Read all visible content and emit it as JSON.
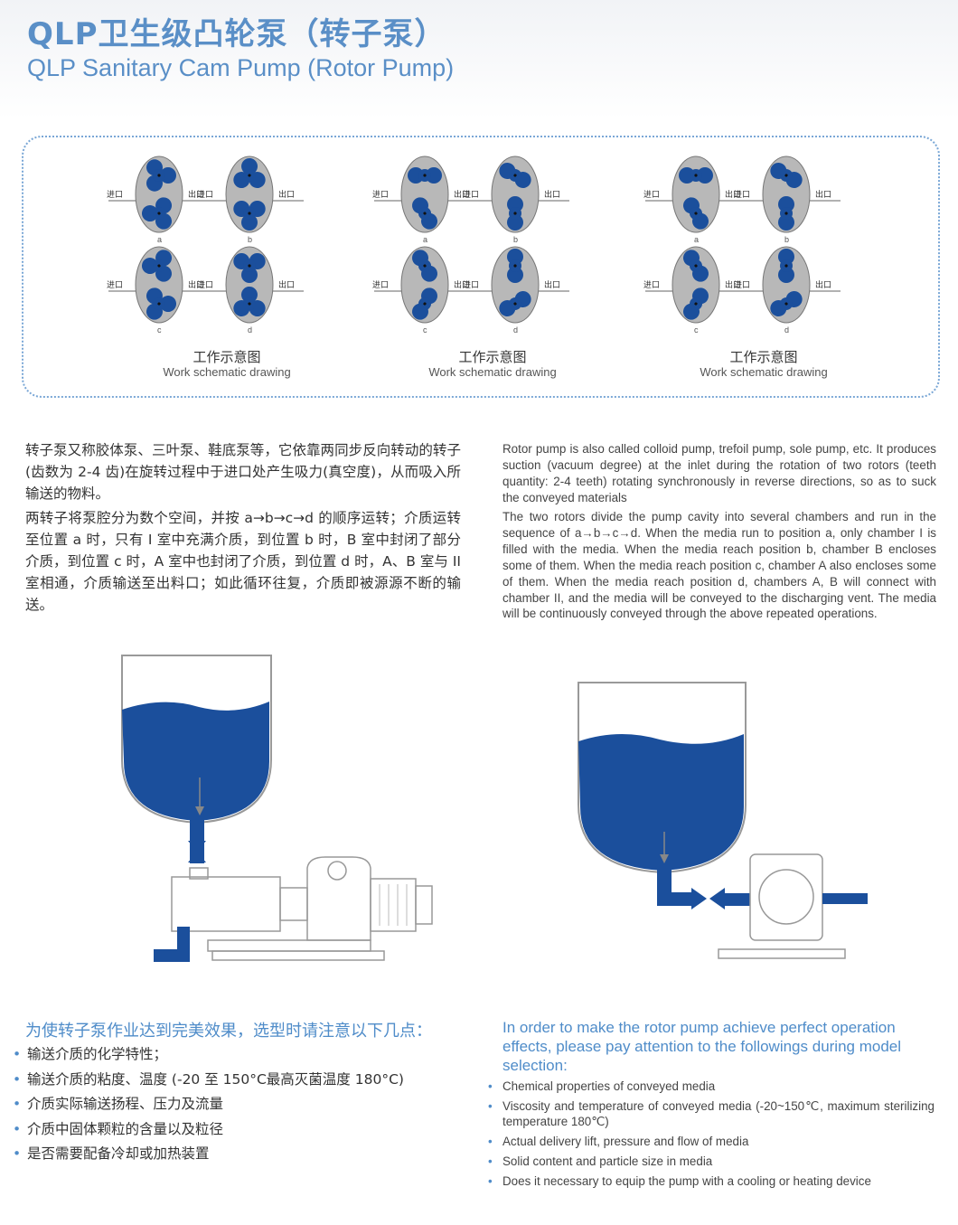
{
  "header": {
    "title_cn": "QLP卫生级凸轮泵（转子泵）",
    "title_en": "QLP Sanitary Cam Pump (Rotor Pump)"
  },
  "schematics": {
    "inlet_label": "进口",
    "outlet_label": "出口",
    "caption_cn": "工作示意图",
    "caption_en": "Work schematic drawing",
    "positions": [
      "a",
      "b",
      "c",
      "d"
    ],
    "rotor_color": "#1b4f9c",
    "housing_color": "#b8b8b8"
  },
  "description": {
    "cn_p1": "转子泵又称胶体泵、三叶泵、鞋底泵等，它依靠两同步反向转动的转子(齿数为 2-4 齿)在旋转过程中于进口处产生吸力(真空度)，从而吸入所输送的物料。",
    "cn_p2": "两转子将泵腔分为数个空间，并按 a→b→c→d 的顺序运转；介质运转至位置 a 时，只有 I 室中充满介质，到位置 b 时，B 室中封闭了部分介质，到位置 c 时，A 室中也封闭了介质，到位置 d 时，A、B 室与 II 室相通，介质输送至出料口；如此循环往复，介质即被源源不断的输送。",
    "en_p1": "Rotor pump is also called colloid pump, trefoil pump, sole pump, etc. It produces suction (vacuum degree) at the inlet during the rotation of two rotors (teeth quantity: 2-4 teeth) rotating synchronously in reverse directions, so as to suck the conveyed materials",
    "en_p2": "The two rotors divide the pump cavity into several chambers and run in the sequence of a→b→c→d. When the media run to position a, only chamber I is filled with the media. When the media reach position b, chamber B encloses some of them. When the media reach position c, chamber A also encloses some of them. When the media reach position d, chambers A, B will connect with chamber II, and the media will be conveyed to the discharging vent. The media will be continuously conveyed through the above repeated operations."
  },
  "selection": {
    "heading_cn": "为使转子泵作业达到完美效果，选型时请注意以下几点：",
    "heading_en": "In order to make the rotor pump achieve perfect operation effects, please pay attention to the followings during model selection:",
    "items_cn": [
      "输送介质的化学特性；",
      "输送介质的粘度、温度 (-20 至 150°C最高灭菌温度 180°C)",
      "介质实际输送扬程、压力及流量",
      "介质中固体颗粒的含量以及粒径",
      "是否需要配备冷却或加热装置"
    ],
    "items_en": [
      "Chemical properties of conveyed media",
      "Viscosity and temperature of conveyed media (-20~150℃, maximum sterilizing temperature 180℃)",
      "Actual delivery lift, pressure and flow of media",
      "Solid content and particle size in media",
      "Does it necessary to equip the pump with a cooling or heating device"
    ],
    "accent_color": "#4f8cc9"
  }
}
